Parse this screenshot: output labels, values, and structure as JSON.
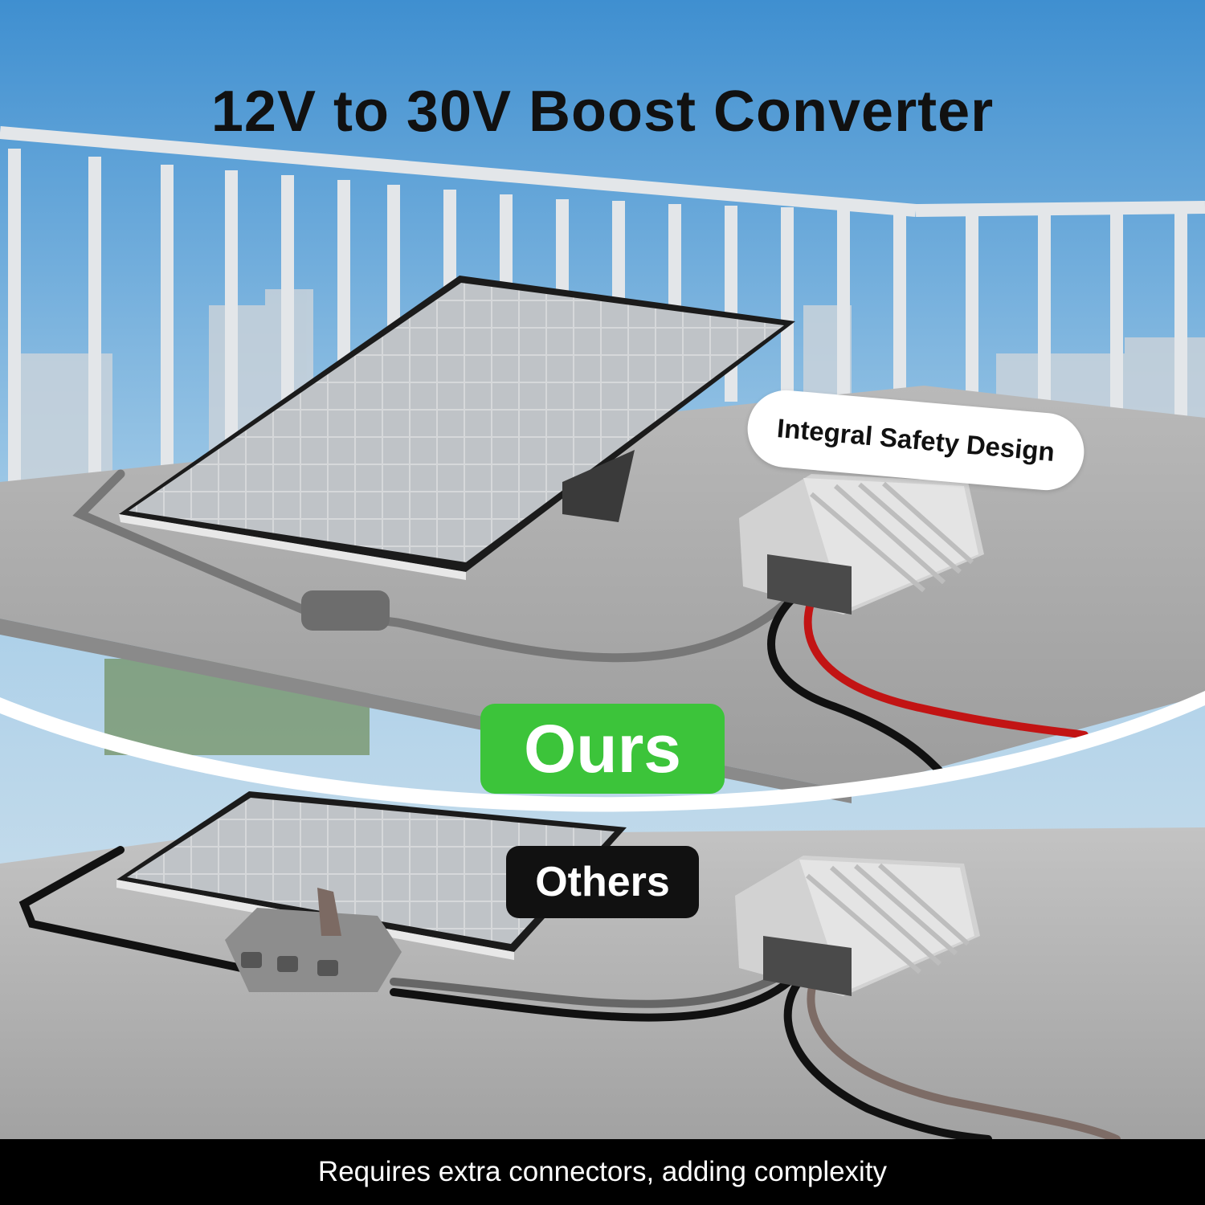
{
  "headline": "12V to 30V Boost Converter",
  "callouts": {
    "safety": "Integral Safety Design",
    "ours": "Ours",
    "others": "Others"
  },
  "footer": "Requires extra connectors, adding complexity",
  "colors": {
    "ours_badge": "#3cc43a",
    "others_badge": "#111111",
    "footer_bar": "#000000",
    "sky": "#9fc3e3"
  }
}
